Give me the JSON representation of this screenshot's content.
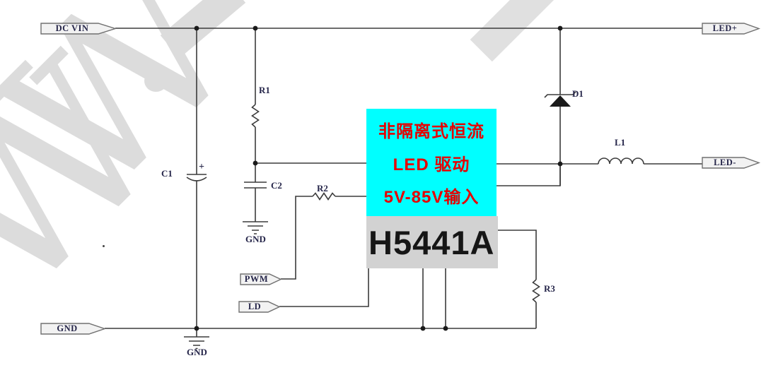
{
  "watermark": {
    "letter": "W",
    "color": "#dcdcdc"
  },
  "chip": {
    "name": "H5441A",
    "feature_lines": [
      "非隔离式恒流",
      "LED 驱动",
      "5V-85V输入"
    ],
    "highlight_color": "#00ffff",
    "feature_text_color": "#e60000",
    "name_bg_color": "#d2d2d2"
  },
  "connectors": {
    "dc_vin": "DC VIN",
    "gnd_in": "GND",
    "pwm": "PWM",
    "ld": "LD",
    "led_plus": "LED+",
    "led_minus": "LED-"
  },
  "components": {
    "r1": "R1",
    "r2": "R2",
    "r3": "R3",
    "c1": "C1",
    "c1_polarity": "+",
    "c2": "C2",
    "d1": "D1",
    "l1": "L1"
  },
  "ground_labels": {
    "under_c2": "GND",
    "under_input_rail": "GND"
  }
}
